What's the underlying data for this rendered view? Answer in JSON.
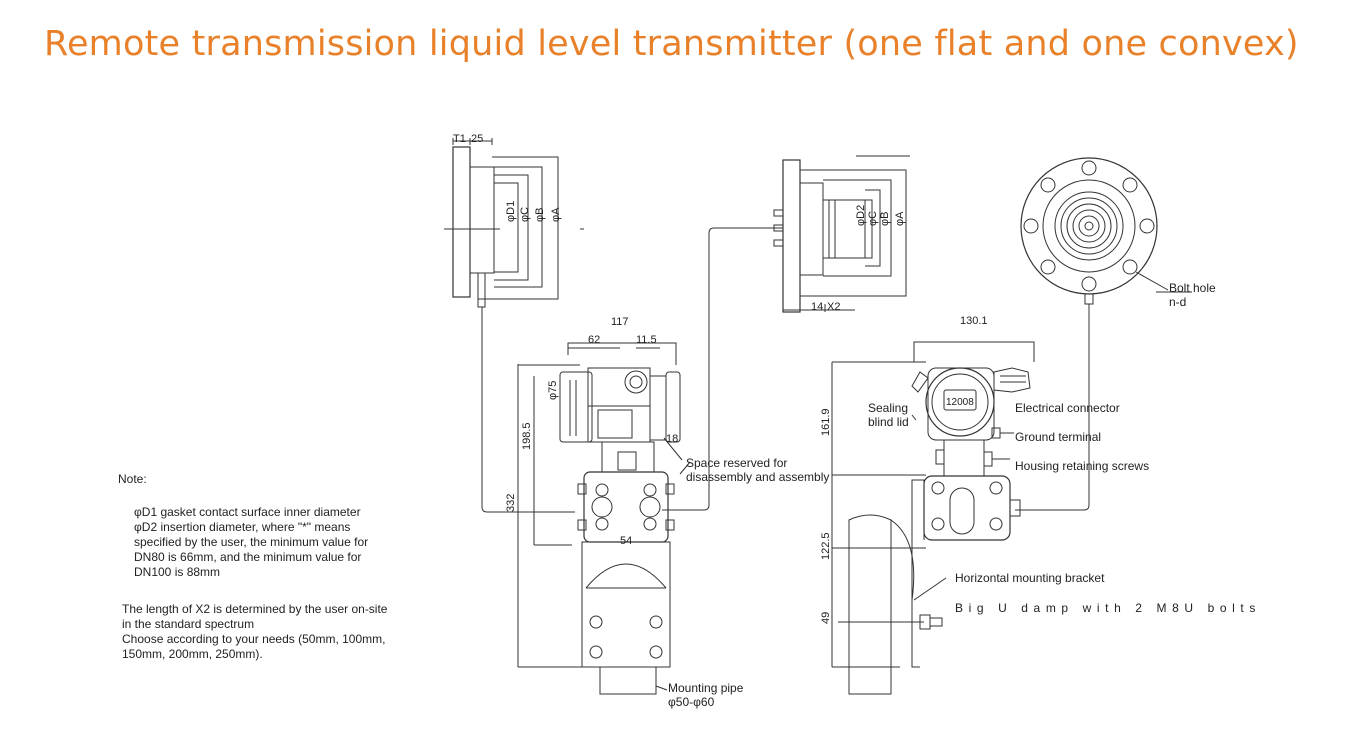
{
  "title": "Remote transmission liquid level transmitter (one flat and one convex)",
  "notes": {
    "header": "Note:",
    "para1": "φD1 gasket contact surface inner diameter\nφD2 insertion diameter, where \"*\" means\nspecified by the user, the minimum value for\nDN80 is 66mm, and the minimum value for\nDN100 is 88mm",
    "para2": "The length of X2 is determined by the user on-site\nin the standard spectrum\nChoose according to your needs (50mm, 100mm,\n150mm, 200mm, 250mm)."
  },
  "dimensions": {
    "t1": "T1",
    "t1_val": "25",
    "d1": "φD1",
    "c1": "φC",
    "b1": "φB",
    "a1": "φA",
    "d2": "φD2",
    "c2": "φC",
    "b2": "φB",
    "a2": "φA",
    "fourteen": "14",
    "x2": "X2",
    "w117": "117",
    "w62": "62",
    "w11_5": "11.5",
    "phi75": "φ75",
    "h198_5": "198.5",
    "h332": "332",
    "w54": "54",
    "h18": "18",
    "w130_1": "130.1",
    "h161_9": "161.9",
    "h122_5": "122.5",
    "h49": "49"
  },
  "labels": {
    "bolt_hole": "Bolt hole\nn-d",
    "space_reserved": "Space reserved for\ndisassembly and assembly",
    "mounting_pipe": "Mounting pipe\nφ50-φ60",
    "sealing_lid": "Sealing\nblind lid",
    "electrical_connector": "Electrical connector",
    "ground_terminal": "Ground terminal",
    "housing_screws": "Housing retaining screws",
    "mounting_bracket": "Horizontal mounting bracket",
    "u_clamp": "Big U damp with 2 M8U bolts",
    "lcd_value": "12008"
  }
}
